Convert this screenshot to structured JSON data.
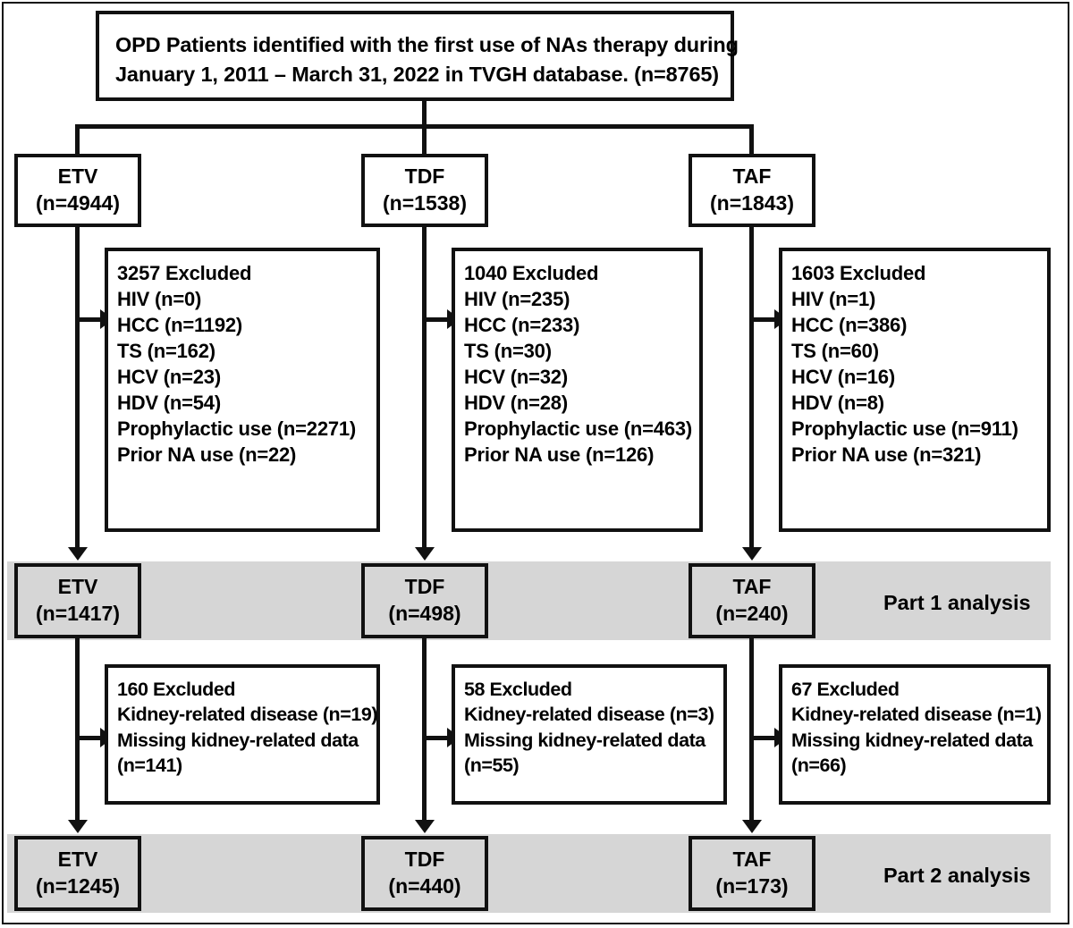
{
  "diagram": {
    "title_box": {
      "lines": [
        "OPD Patients identified with the first use of NAs therapy during",
        "January 1, 2011 – March 31, 2022 in TVGH database. (n=8765)"
      ]
    },
    "cohort_row": [
      {
        "name": "ETV",
        "count": "(n=4944)"
      },
      {
        "name": "TDF",
        "count": "(n=1538)"
      },
      {
        "name": "TAF",
        "count": "(n=1843)"
      }
    ],
    "exclusions_1": [
      {
        "heading": "3257 Excluded",
        "items": [
          "HIV (n=0)",
          "HCC (n=1192)",
          "TS (n=162)",
          "HCV (n=23)",
          "HDV (n=54)",
          "Prophylactic use (n=2271)",
          "Prior NA use (n=22)"
        ]
      },
      {
        "heading": "1040 Excluded",
        "items": [
          "HIV (n=235)",
          "HCC (n=233)",
          "TS (n=30)",
          "HCV (n=32)",
          "HDV (n=28)",
          "Prophylactic use (n=463)",
          "Prior NA use (n=126)"
        ]
      },
      {
        "heading": "1603 Excluded",
        "items": [
          "HIV (n=1)",
          "HCC (n=386)",
          "TS (n=60)",
          "HCV (n=16)",
          "HDV (n=8)",
          "Prophylactic use (n=911)",
          "Prior NA use (n=321)"
        ]
      }
    ],
    "part1": {
      "label": "Part 1 analysis",
      "boxes": [
        {
          "name": "ETV",
          "count": "(n=1417)"
        },
        {
          "name": "TDF",
          "count": "(n=498)"
        },
        {
          "name": "TAF",
          "count": "(n=240)"
        }
      ]
    },
    "exclusions_2": [
      {
        "heading": "160 Excluded",
        "items": [
          "Kidney-related disease (n=19)",
          "Missing kidney-related data",
          "(n=141)"
        ]
      },
      {
        "heading": "58 Excluded",
        "items": [
          "Kidney-related disease (n=3)",
          "Missing kidney-related data",
          "(n=55)"
        ]
      },
      {
        "heading": "67 Excluded",
        "items": [
          "Kidney-related disease (n=1)",
          "Missing kidney-related data",
          "(n=66)"
        ]
      }
    ],
    "part2": {
      "label": "Part 2 analysis",
      "boxes": [
        {
          "name": "ETV",
          "count": "(n=1245)"
        },
        {
          "name": "TDF",
          "count": "(n=440)"
        },
        {
          "name": "TAF",
          "count": "(n=173)"
        }
      ]
    },
    "colors": {
      "line": "#111111",
      "band": "#d6d6d6",
      "background": "#ffffff"
    }
  }
}
